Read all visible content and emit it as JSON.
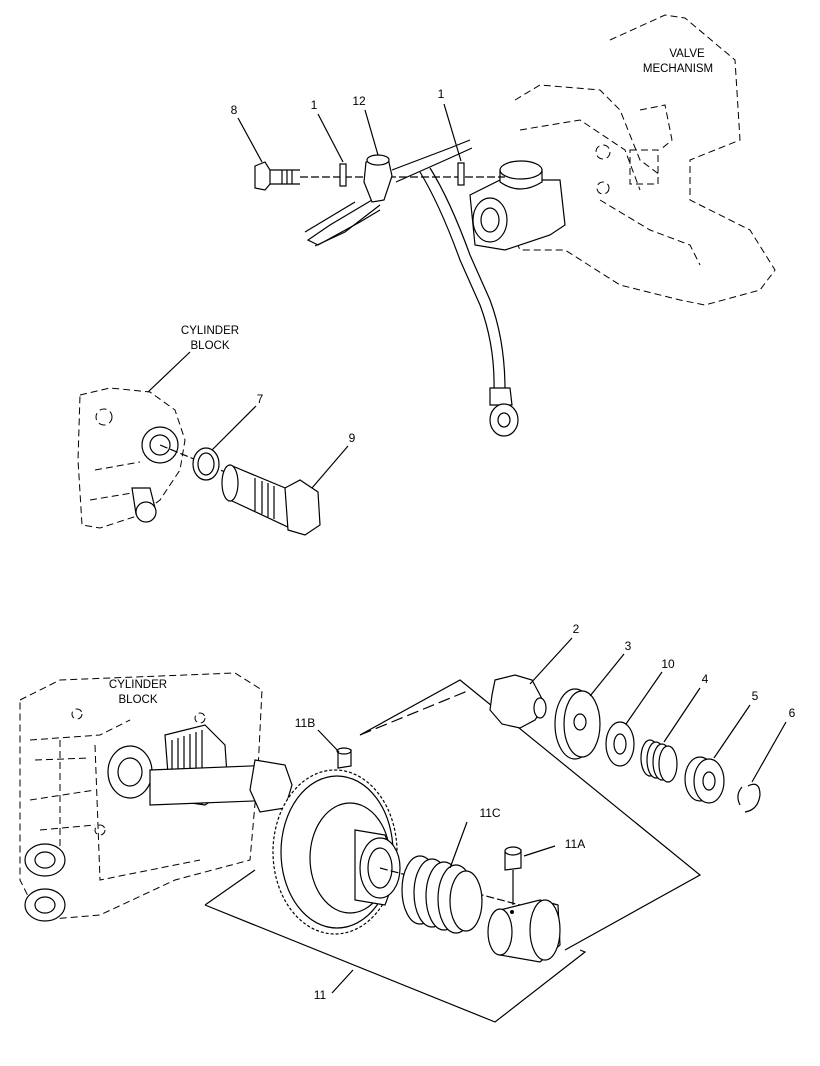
{
  "diagram": {
    "captions": {
      "valve_mechanism": [
        "VALVE",
        "MECHANISM"
      ],
      "cylinder_block_upper": [
        "CYLINDER",
        "BLOCK"
      ],
      "cylinder_block_lower": [
        "CYLINDER",
        "BLOCK"
      ]
    },
    "callouts": {
      "c8": "8",
      "c1a": "1",
      "c12": "12",
      "c1b": "1",
      "c7": "7",
      "c9": "9",
      "c2": "2",
      "c3": "3",
      "c10": "10",
      "c4": "4",
      "c5": "5",
      "c6": "6",
      "c11b": "11B",
      "c11c": "11C",
      "c11a": "11A",
      "c11": "11"
    }
  }
}
